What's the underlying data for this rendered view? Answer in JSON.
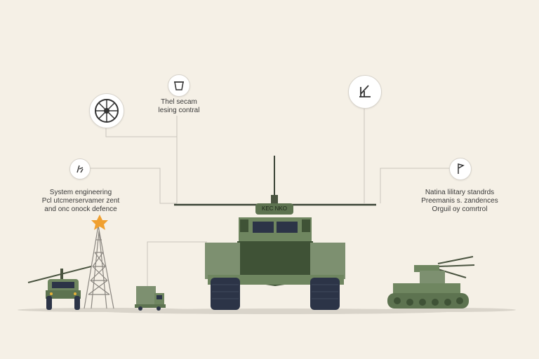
{
  "labels": {
    "top_center_line1": "Thel secam",
    "top_center_line2": "lesing contral",
    "left_line1": "System engineering",
    "left_line2": "Pcl utcmerservamer zent",
    "left_line3": "and onc onock defence",
    "right_line1": "Natina lilitary standrds",
    "right_line2": "Preemanis s. zandences",
    "right_line3": "Orguil oy comrtrol"
  },
  "vehicle_plate": "KEC NKO",
  "icons": [
    "crosshair-icon",
    "cup-icon",
    "signal-icon",
    "document-icon",
    "flag-icon"
  ],
  "colors": {
    "background": "#f5f0e6",
    "vehicle_green": "#6f8660",
    "vehicle_dark": "#3f5236",
    "tire": "#2c3447",
    "tower_orange": "#f0a030",
    "line": "#c9c5bc"
  }
}
